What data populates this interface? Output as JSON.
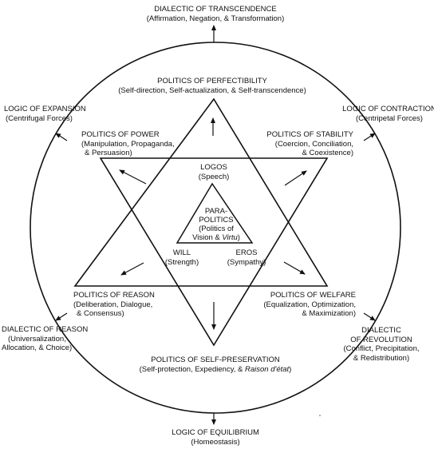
{
  "labels": {
    "transcendence": {
      "title": "DIALECTIC OF TRANSCENDENCE",
      "sub": "(Affirmation, Negation, & Transformation)"
    },
    "expansion": {
      "title": "LOGIC OF EXPANSION",
      "sub": "(Centrifugal Forces)"
    },
    "contraction": {
      "title": "LOGIC OF CONTRACTION",
      "sub": "(Centripetal Forces)"
    },
    "reason_dialectic": {
      "title": "DIALECTIC OF REASON",
      "sub1": "(Universalization,",
      "sub2": "Allocation, & Choice)"
    },
    "revolution": {
      "title1": "DIALECTIC",
      "title2": "OF REVOLUTION",
      "sub1": "(Conflict, Precipitation,",
      "sub2": "& Redistribution)"
    },
    "equilibrium": {
      "title": "LOGIC OF EQUILIBRIUM",
      "sub": "(Homeostasis)"
    },
    "perfectibility": {
      "title": "POLITICS OF PERFECTIBILITY",
      "sub": "(Self-direction, Self-actualization, & Self-transcendence)"
    },
    "power": {
      "title": "POLITICS OF POWER",
      "sub1": "(Manipulation, Propaganda,",
      "sub2": "& Persuasion)"
    },
    "stability": {
      "title": "POLITICS OF STABILITY",
      "sub1": "(Coercion, Conciliation,",
      "sub2": "& Coexistence)"
    },
    "reason": {
      "title": "POLITICS OF REASON",
      "sub1": "(Deliberation, Dialogue,",
      "sub2": "& Consensus)"
    },
    "welfare": {
      "title": "POLITICS OF WELFARE",
      "sub1": "(Equalization, Optimization,",
      "sub2": "& Maximization)"
    },
    "self_preservation": {
      "title": "POLITICS OF SELF-PRESERVATION",
      "sub_a": "(Self-protection, Expediency, & ",
      "sub_b": "Raison d'état",
      "sub_c": ")"
    },
    "logos": {
      "title": "LOGOS",
      "sub": "(Speech)"
    },
    "will": {
      "title": "WILL",
      "sub": "(Strength)"
    },
    "eros": {
      "title": "EROS",
      "sub": "(Sympathy)"
    },
    "parapolitics": {
      "l1": "PARA-",
      "l2": "POLITICS",
      "l3": "(Politics of",
      "l4a": "Vision & ",
      "l4b": "Virtu",
      "l4c": ")"
    }
  }
}
